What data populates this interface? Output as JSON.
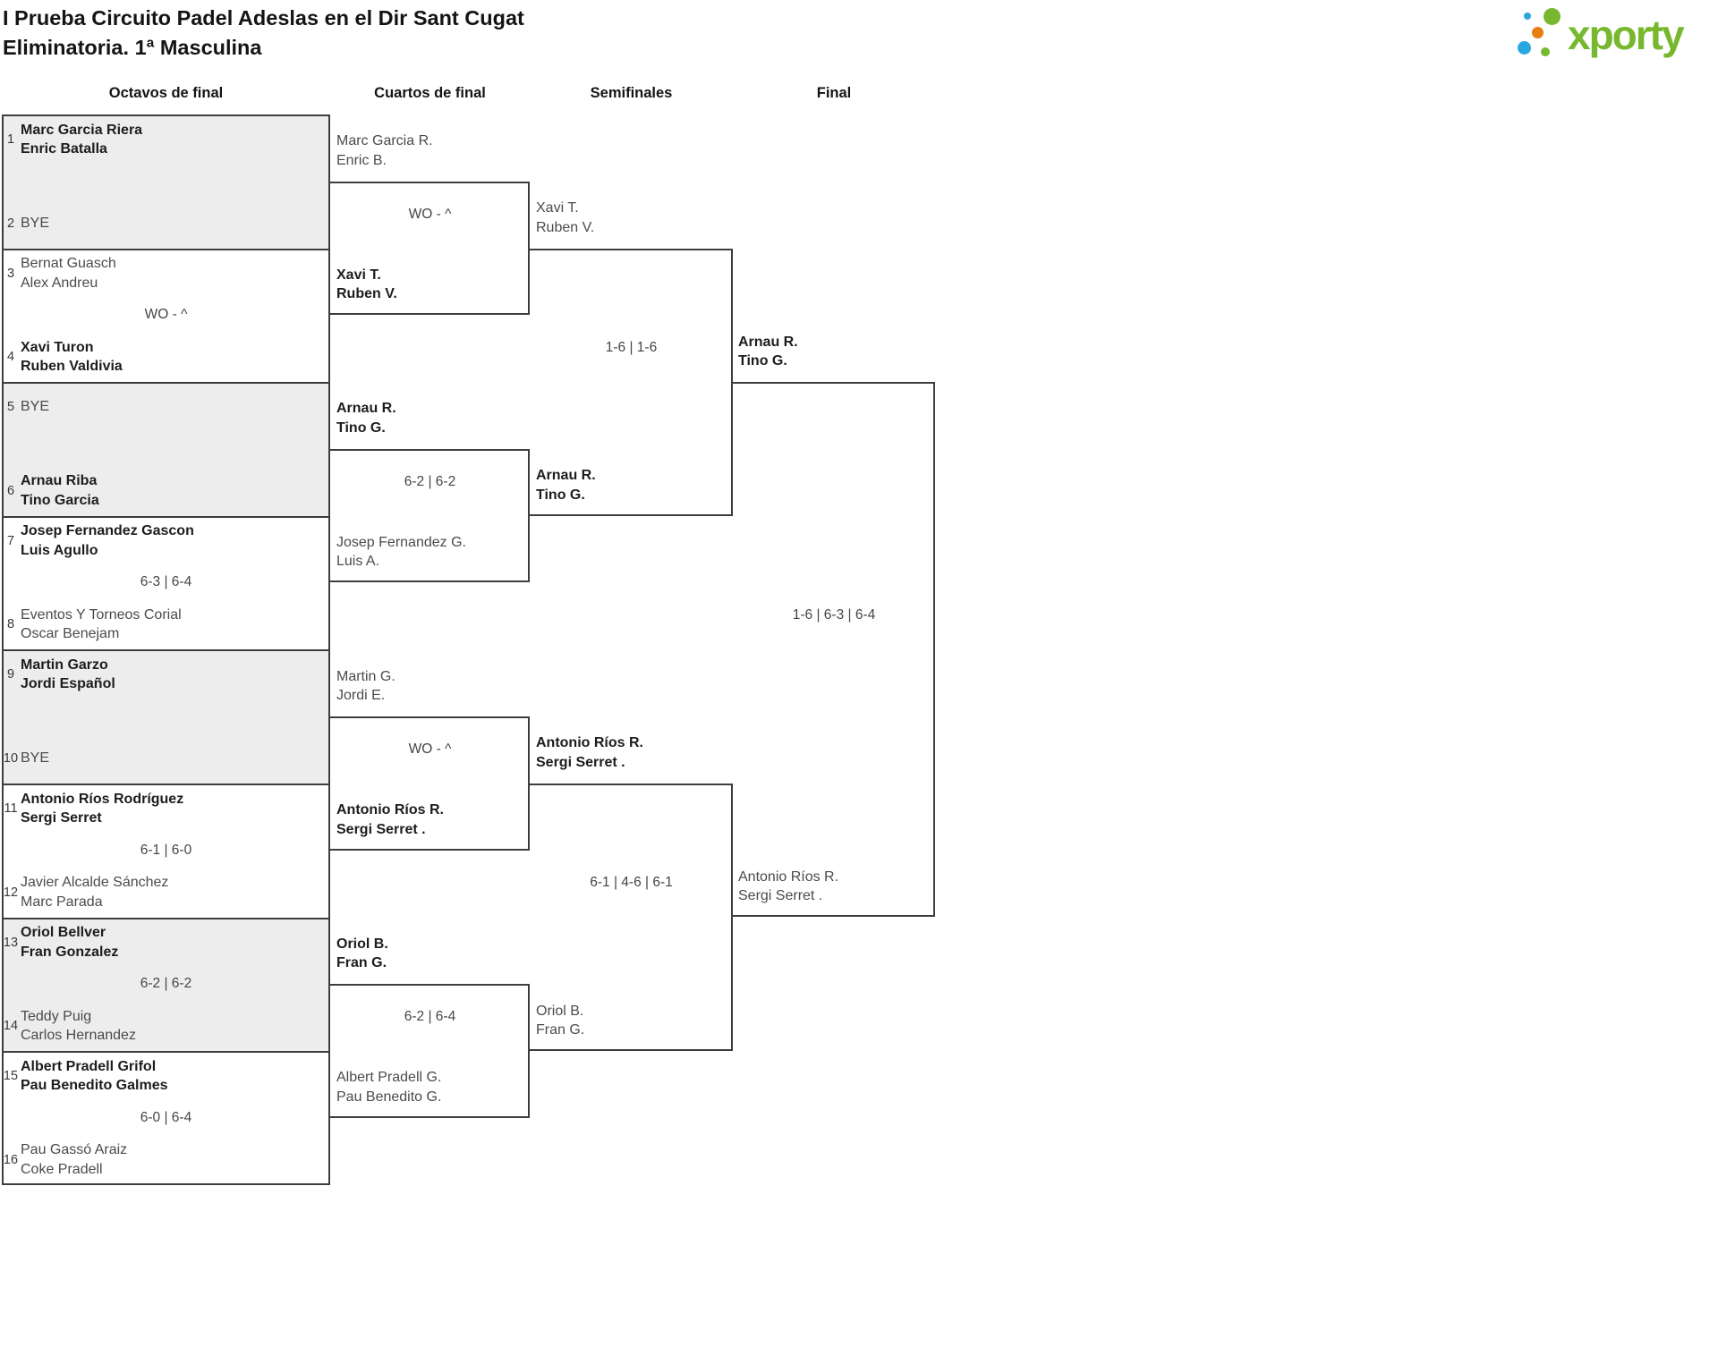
{
  "header": {
    "title_line1": "I Prueba Circuito Padel Adeslas en el Dir Sant Cugat",
    "title_line2": "Eliminatoria. 1ª Masculina"
  },
  "logo": {
    "text": "xporty",
    "colors": {
      "green": "#77b82e",
      "blue": "#2ba7e0",
      "orange": "#e87e12"
    }
  },
  "round_labels": [
    "Octavos de final",
    "Cuartos de final",
    "Semifinales",
    "Final"
  ],
  "colors": {
    "line": "#3d3d3d",
    "shaded_row": "#ededed",
    "name_regular": "#4b4b4b",
    "name_winner": "#1d1d1d",
    "score": "#454545"
  },
  "bracket": {
    "octavos": [
      {
        "shaded": true,
        "score": "",
        "teamA": {
          "seed": "1",
          "lines": [
            "Marc Garcia Riera",
            "Enric Batalla"
          ],
          "winner": true
        },
        "teamB": {
          "seed": "2",
          "lines": [
            "BYE"
          ],
          "winner": false
        }
      },
      {
        "shaded": false,
        "score": "WO - ^",
        "teamA": {
          "seed": "3",
          "lines": [
            "Bernat Guasch",
            "Alex Andreu"
          ],
          "winner": false
        },
        "teamB": {
          "seed": "4",
          "lines": [
            "Xavi Turon",
            "Ruben Valdivia"
          ],
          "winner": true
        }
      },
      {
        "shaded": true,
        "score": "",
        "teamA": {
          "seed": "5",
          "lines": [
            "BYE"
          ],
          "winner": false
        },
        "teamB": {
          "seed": "6",
          "lines": [
            "Arnau Riba",
            "Tino Garcia"
          ],
          "winner": true
        }
      },
      {
        "shaded": false,
        "score": "6-3 | 6-4",
        "teamA": {
          "seed": "7",
          "lines": [
            "Josep Fernandez Gascon",
            "Luis Agullo"
          ],
          "winner": true
        },
        "teamB": {
          "seed": "8",
          "lines": [
            "Eventos Y Torneos Corial",
            "Oscar Benejam"
          ],
          "winner": false
        }
      },
      {
        "shaded": true,
        "score": "",
        "teamA": {
          "seed": "9",
          "lines": [
            "Martin Garzo",
            "Jordi Español"
          ],
          "winner": true
        },
        "teamB": {
          "seed": "10",
          "lines": [
            "BYE"
          ],
          "winner": false
        }
      },
      {
        "shaded": false,
        "score": "6-1 | 6-0",
        "teamA": {
          "seed": "11",
          "lines": [
            "Antonio Ríos Rodríguez",
            "Sergi Serret"
          ],
          "winner": true
        },
        "teamB": {
          "seed": "12",
          "lines": [
            "Javier Alcalde Sánchez",
            "Marc Parada"
          ],
          "winner": false
        }
      },
      {
        "shaded": true,
        "score": "6-2 | 6-2",
        "teamA": {
          "seed": "13",
          "lines": [
            "Oriol Bellver",
            "Fran Gonzalez"
          ],
          "winner": true
        },
        "teamB": {
          "seed": "14",
          "lines": [
            "Teddy Puig",
            "Carlos Hernandez"
          ],
          "winner": false
        }
      },
      {
        "shaded": false,
        "score": "6-0 | 6-4",
        "teamA": {
          "seed": "15",
          "lines": [
            "Albert Pradell Grifol",
            "Pau Benedito Galmes"
          ],
          "winner": true
        },
        "teamB": {
          "seed": "16",
          "lines": [
            "Pau Gassó Araiz",
            "Coke Pradell"
          ],
          "winner": false
        }
      }
    ],
    "cuartos": [
      {
        "score": "WO - ^",
        "teamA": {
          "lines": [
            "Marc Garcia R.",
            "Enric B."
          ],
          "winner": false
        },
        "teamB": {
          "lines": [
            "Xavi T.",
            "Ruben V."
          ],
          "winner": true
        }
      },
      {
        "score": "6-2 | 6-2",
        "teamA": {
          "lines": [
            "Arnau R.",
            "Tino G."
          ],
          "winner": true
        },
        "teamB": {
          "lines": [
            "Josep Fernandez G.",
            "Luis A."
          ],
          "winner": false
        }
      },
      {
        "score": "WO - ^",
        "teamA": {
          "lines": [
            "Martin G.",
            "Jordi E."
          ],
          "winner": false
        },
        "teamB": {
          "lines": [
            "Antonio Ríos R.",
            "Sergi Serret ."
          ],
          "winner": true
        }
      },
      {
        "score": "6-2 | 6-4",
        "teamA": {
          "lines": [
            "Oriol B.",
            "Fran G."
          ],
          "winner": true
        },
        "teamB": {
          "lines": [
            "Albert Pradell G.",
            "Pau Benedito G."
          ],
          "winner": false
        }
      }
    ],
    "semifinales": [
      {
        "score": "1-6 | 1-6",
        "teamA": {
          "lines": [
            "Xavi T.",
            "Ruben V."
          ],
          "winner": false
        },
        "teamB": {
          "lines": [
            "Arnau R.",
            "Tino G."
          ],
          "winner": true
        }
      },
      {
        "score": "6-1 | 4-6 | 6-1",
        "teamA": {
          "lines": [
            "Antonio Ríos R.",
            "Sergi Serret ."
          ],
          "winner": true
        },
        "teamB": {
          "lines": [
            "Oriol B.",
            "Fran G."
          ],
          "winner": false
        }
      }
    ],
    "final": [
      {
        "score": "1-6 | 6-3 | 6-4",
        "teamA": {
          "lines": [
            "Arnau R.",
            "Tino G."
          ],
          "winner": true
        },
        "teamB": {
          "lines": [
            "Antonio Ríos R.",
            "Sergi Serret ."
          ],
          "winner": false
        }
      }
    ]
  }
}
